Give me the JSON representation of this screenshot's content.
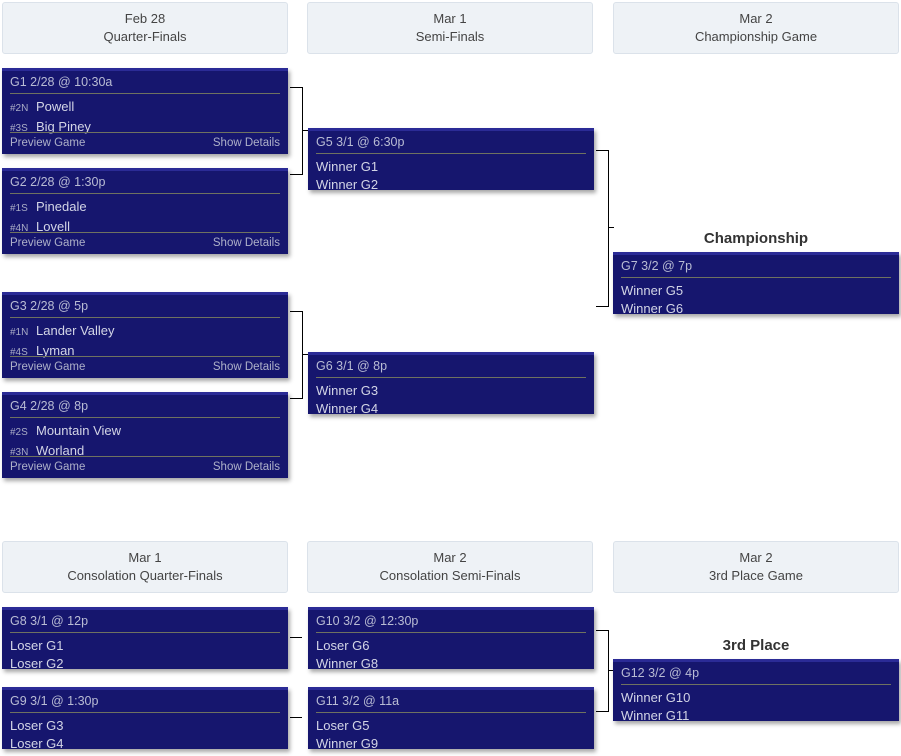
{
  "bracket": {
    "championship_label": "Championship",
    "third_place_label": "3rd Place",
    "footer": {
      "preview": "Preview Game",
      "details": "Show Details"
    },
    "colors": {
      "card_bg": "#16166e",
      "card_top_border": "#2b2b96",
      "header_bg": "#eef2f6",
      "header_border": "#dbe2ea",
      "rule": "#6f7260",
      "connector": "#000000"
    },
    "rounds": [
      {
        "date": "Feb 28",
        "name": "Quarter-Finals"
      },
      {
        "date": "Mar 1",
        "name": "Semi-Finals"
      },
      {
        "date": "Mar 2",
        "name": "Championship Game"
      },
      {
        "date": "Mar 1",
        "name": "Consolation Quarter-Finals"
      },
      {
        "date": "Mar 2",
        "name": "Consolation Semi-Finals"
      },
      {
        "date": "Mar 2",
        "name": "3rd Place Game"
      }
    ],
    "games": [
      {
        "id": "G1",
        "title": "G1 2/28 @ 10:30a",
        "has_footer": true,
        "teams": [
          {
            "seed": "#2N",
            "name": "Powell"
          },
          {
            "seed": "#3S",
            "name": "Big Piney"
          }
        ]
      },
      {
        "id": "G2",
        "title": "G2 2/28 @ 1:30p",
        "has_footer": true,
        "teams": [
          {
            "seed": "#1S",
            "name": "Pinedale"
          },
          {
            "seed": "#4N",
            "name": "Lovell"
          }
        ]
      },
      {
        "id": "G3",
        "title": "G3 2/28 @ 5p",
        "has_footer": true,
        "teams": [
          {
            "seed": "#1N",
            "name": "Lander Valley"
          },
          {
            "seed": "#4S",
            "name": "Lyman"
          }
        ]
      },
      {
        "id": "G4",
        "title": "G4 2/28 @ 8p",
        "has_footer": true,
        "teams": [
          {
            "seed": "#2S",
            "name": "Mountain View"
          },
          {
            "seed": "#3N",
            "name": "Worland"
          }
        ]
      },
      {
        "id": "G5",
        "title": "G5 3/1 @ 6:30p",
        "has_footer": false,
        "teams": [
          {
            "seed": "",
            "name": "Winner G1"
          },
          {
            "seed": "",
            "name": "Winner G2"
          }
        ]
      },
      {
        "id": "G6",
        "title": "G6 3/1 @ 8p",
        "has_footer": false,
        "teams": [
          {
            "seed": "",
            "name": "Winner G3"
          },
          {
            "seed": "",
            "name": "Winner G4"
          }
        ]
      },
      {
        "id": "G7",
        "title": "G7 3/2 @ 7p",
        "has_footer": false,
        "teams": [
          {
            "seed": "",
            "name": "Winner G5"
          },
          {
            "seed": "",
            "name": "Winner G6"
          }
        ]
      },
      {
        "id": "G8",
        "title": "G8 3/1 @ 12p",
        "has_footer": false,
        "teams": [
          {
            "seed": "",
            "name": "Loser G1"
          },
          {
            "seed": "",
            "name": "Loser G2"
          }
        ]
      },
      {
        "id": "G9",
        "title": "G9 3/1 @ 1:30p",
        "has_footer": false,
        "teams": [
          {
            "seed": "",
            "name": "Loser G3"
          },
          {
            "seed": "",
            "name": "Loser G4"
          }
        ]
      },
      {
        "id": "G10",
        "title": "G10 3/2 @ 12:30p",
        "has_footer": false,
        "teams": [
          {
            "seed": "",
            "name": "Loser G6"
          },
          {
            "seed": "",
            "name": "Winner G8"
          }
        ]
      },
      {
        "id": "G11",
        "title": "G11 3/2 @ 11a",
        "has_footer": false,
        "teams": [
          {
            "seed": "",
            "name": "Loser G5"
          },
          {
            "seed": "",
            "name": "Winner G9"
          }
        ]
      },
      {
        "id": "G12",
        "title": "G12 3/2 @ 4p",
        "has_footer": false,
        "teams": [
          {
            "seed": "",
            "name": "Winner G10"
          },
          {
            "seed": "",
            "name": "Winner G11"
          }
        ]
      }
    ]
  }
}
